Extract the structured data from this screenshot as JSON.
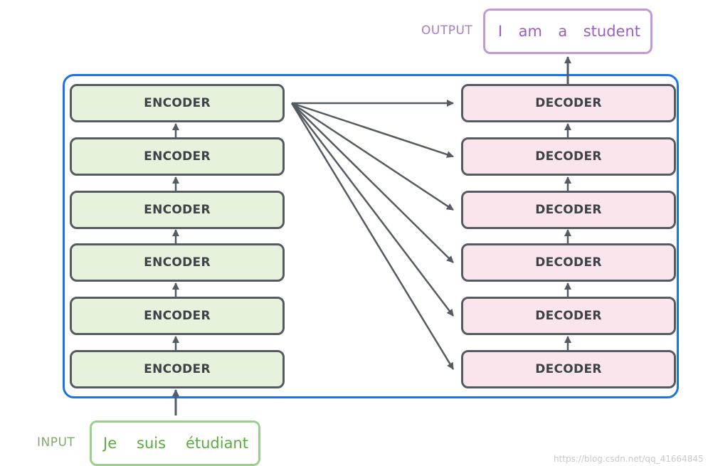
{
  "output": {
    "label": "OUTPUT",
    "words": [
      "I",
      "am",
      "a",
      "student"
    ]
  },
  "input": {
    "label": "INPUT",
    "words": [
      "Je",
      "suis",
      "étudiant"
    ]
  },
  "encoders": [
    "ENCODER",
    "ENCODER",
    "ENCODER",
    "ENCODER",
    "ENCODER",
    "ENCODER"
  ],
  "decoders": [
    "DECODER",
    "DECODER",
    "DECODER",
    "DECODER",
    "DECODER",
    "DECODER"
  ],
  "watermark": "https://blog.csdn.net/qq_41664845",
  "colors": {
    "frame": "#1a73e8",
    "encoder_fill": "#e7f2dd",
    "decoder_fill": "#fbe5ec",
    "block_border": "#555b63",
    "arrow": "#555b63",
    "output": "#9b5fc0",
    "input": "#5aac3e"
  }
}
